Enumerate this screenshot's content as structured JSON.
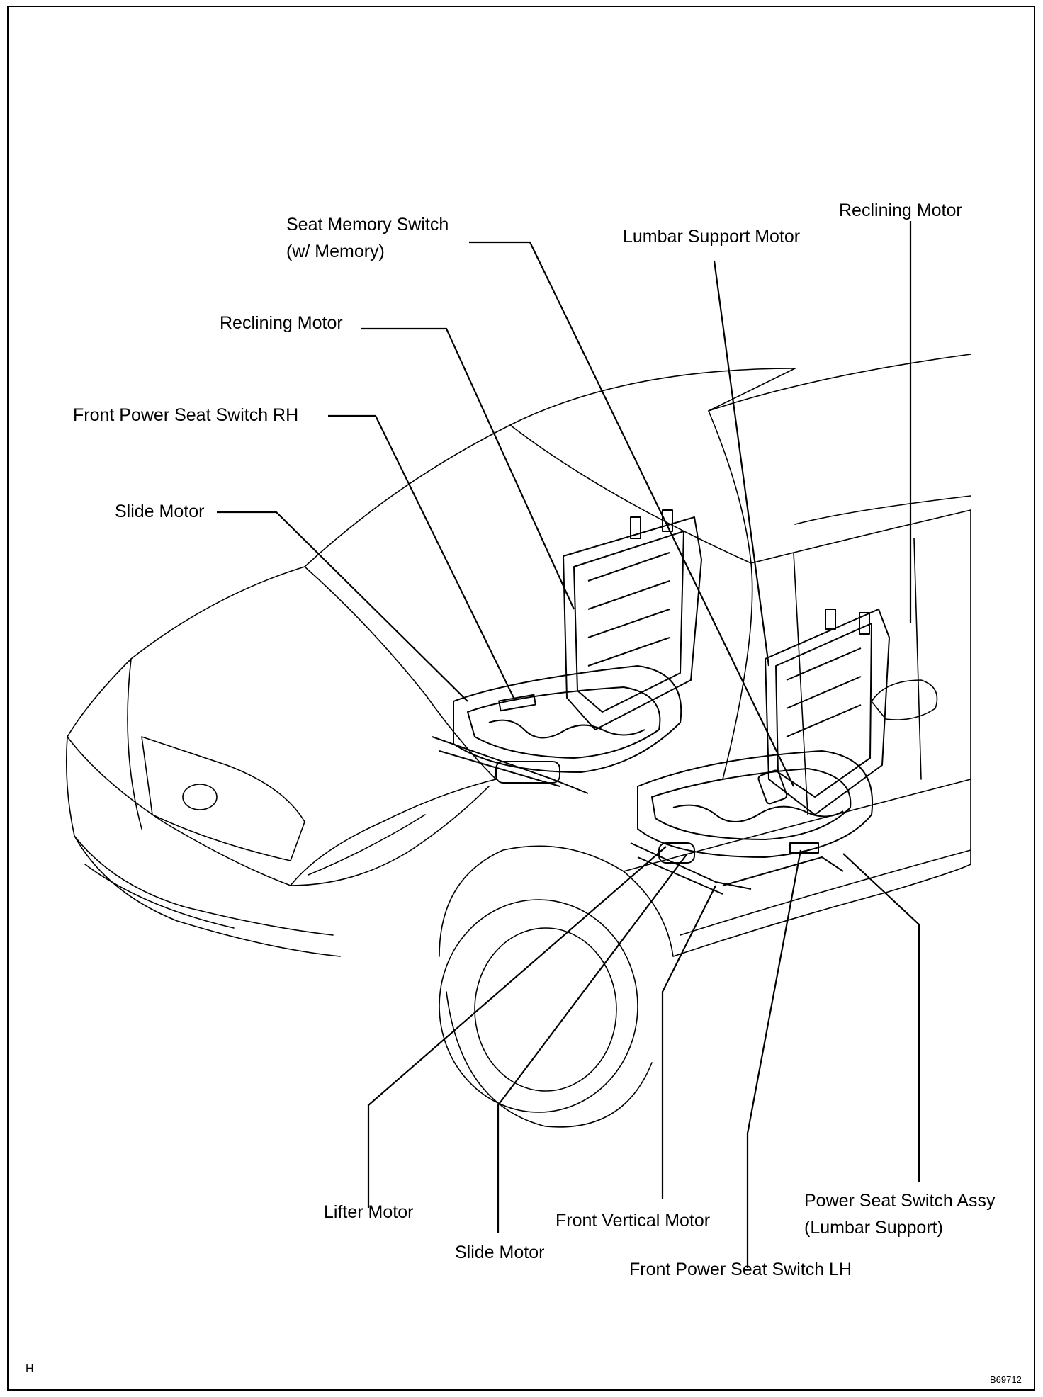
{
  "labels": {
    "seat_memory_switch_1": "Seat Memory Switch",
    "seat_memory_switch_2": "(w/ Memory)",
    "lumbar_support_motor": "Lumbar Support Motor",
    "reclining_motor_lh": "Reclining Motor",
    "reclining_motor_rh": "Reclining Motor",
    "front_power_seat_switch_rh": "Front Power Seat Switch RH",
    "slide_motor_rh": "Slide Motor",
    "lifter_motor": "Lifter Motor",
    "slide_motor_lh": "Slide Motor",
    "front_vertical_motor": "Front Vertical Motor",
    "power_seat_switch_assy_1": "Power Seat Switch Assy",
    "power_seat_switch_assy_2": "(Lumbar Support)",
    "front_power_seat_switch_lh": "Front Power Seat Switch LH"
  },
  "footer": {
    "corner_mark": "H",
    "figure_code": "B69712"
  }
}
